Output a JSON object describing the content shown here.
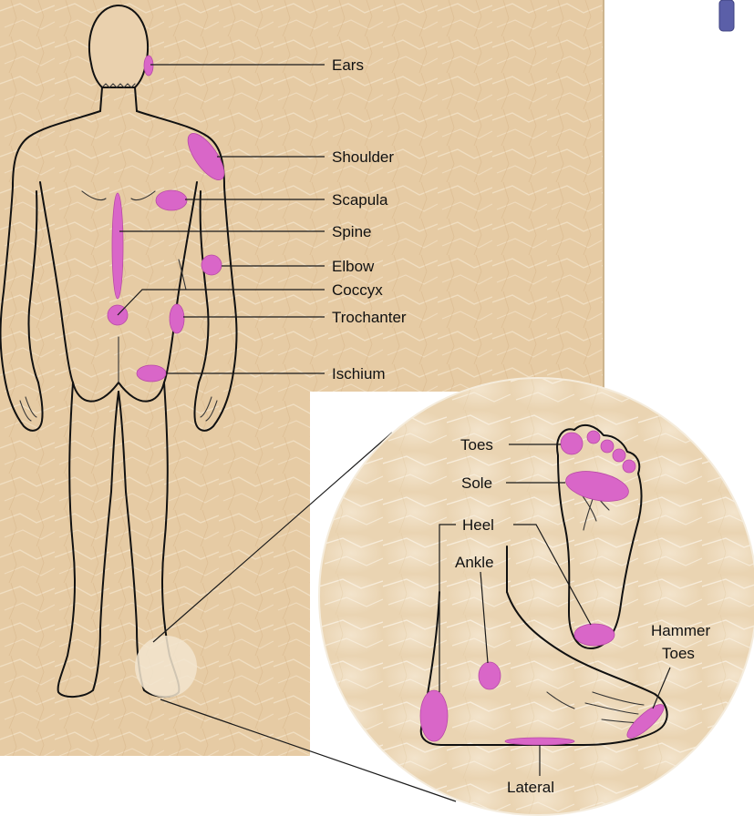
{
  "labels": {
    "ears": "Ears",
    "shoulder": "Shoulder",
    "scapula": "Scapula",
    "spine": "Spine",
    "elbow": "Elbow",
    "coccyx": "Coccyx",
    "trochanter": "Trochanter",
    "ischium": "Ischium",
    "toes": "Toes",
    "sole": "Sole",
    "heel": "Heel",
    "ankle": "Ankle",
    "hammer_toes_line1": "Hammer",
    "hammer_toes_line2": "Toes",
    "lateral": "Lateral"
  },
  "colors": {
    "skin_background": "#e8cfa9",
    "pressure_spot": "#d966c8",
    "outline": "#111111",
    "accent_tab": "#5b5fa8"
  }
}
